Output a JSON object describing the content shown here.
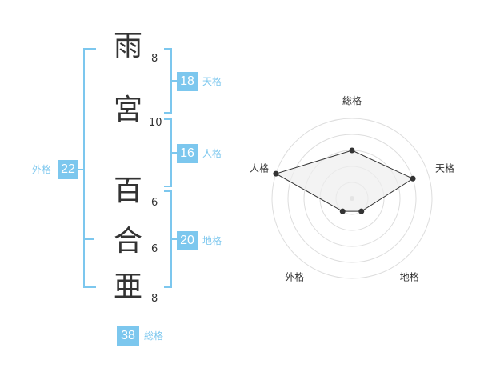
{
  "name_chars": [
    {
      "char": "雨",
      "strokes": "8"
    },
    {
      "char": "宮",
      "strokes": "10"
    },
    {
      "char": "百",
      "strokes": "6"
    },
    {
      "char": "合",
      "strokes": "6"
    },
    {
      "char": "亜",
      "strokes": "8"
    }
  ],
  "kaku": {
    "tenkaku": {
      "value": "18",
      "label": "天格"
    },
    "jinkaku": {
      "value": "16",
      "label": "人格"
    },
    "chikaku": {
      "value": "20",
      "label": "地格"
    },
    "gaikaku": {
      "value": "22",
      "label": "外格"
    },
    "soukaku": {
      "value": "38",
      "label": "総格"
    }
  },
  "colors": {
    "accent": "#7cc7ee",
    "text": "#333333",
    "grid": "#dddddd",
    "fill": "#eeeeee"
  },
  "chart_data": {
    "type": "radar",
    "axes": [
      "総格",
      "天格",
      "地格",
      "外格",
      "人格"
    ],
    "max": 5,
    "values": [
      3,
      4,
      1,
      1,
      5
    ],
    "grid_rings": 5
  }
}
